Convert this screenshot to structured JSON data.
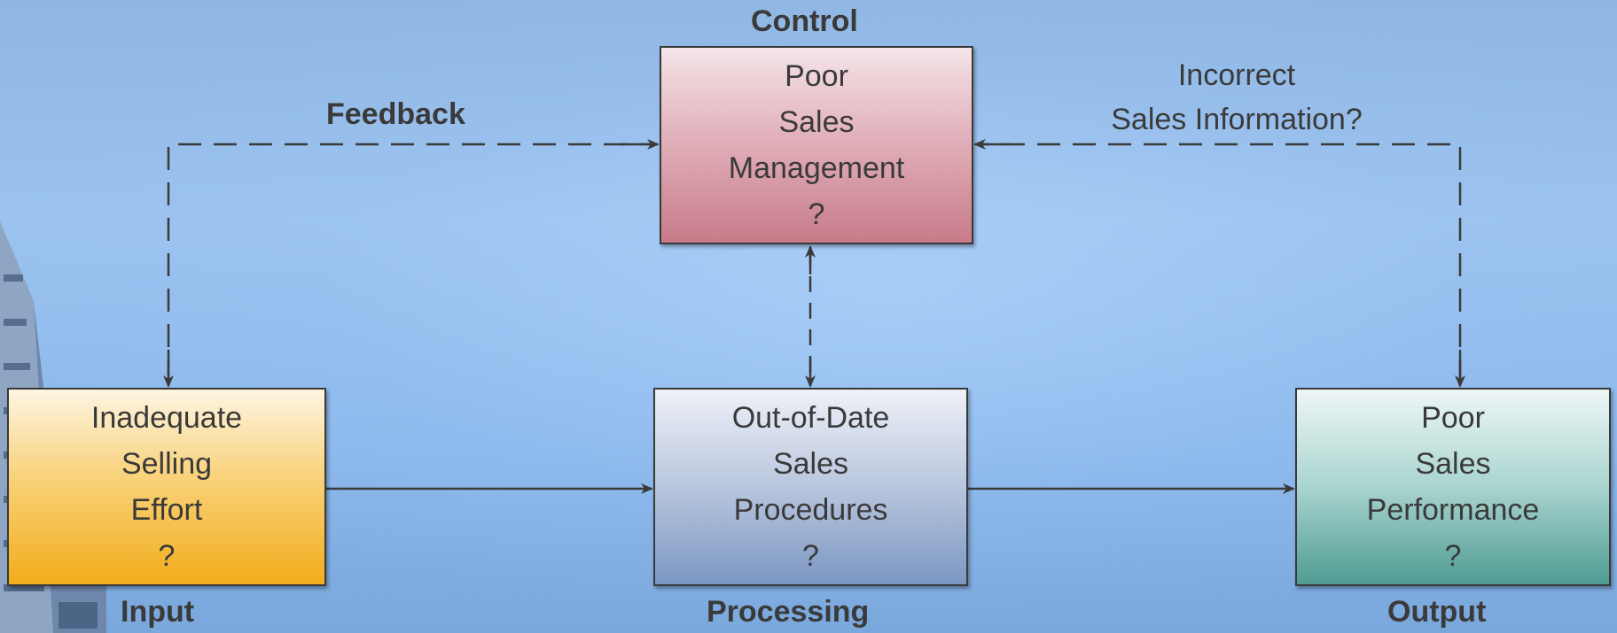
{
  "control": {
    "heading": "Control",
    "lines": [
      "Poor",
      "Sales",
      "Management",
      "?"
    ]
  },
  "input": {
    "heading": "Input",
    "lines": [
      "Inadequate",
      "Selling",
      "Effort",
      "?"
    ]
  },
  "processing": {
    "heading": "Processing",
    "lines": [
      "Out-of-Date",
      "Sales",
      "Procedures",
      "?"
    ]
  },
  "output": {
    "heading": "Output",
    "lines": [
      "Poor",
      "Sales",
      "Performance",
      "?"
    ]
  },
  "feedback": {
    "label": "Feedback",
    "annotation_lines": [
      "Incorrect",
      "Sales Information?"
    ]
  },
  "colors": {
    "control_fill": "#c87b89",
    "input_fill": "#f2ad1c",
    "processing_fill": "#7b97c2",
    "output_fill": "#4f9c93",
    "line_color": "#3a3a3a"
  }
}
